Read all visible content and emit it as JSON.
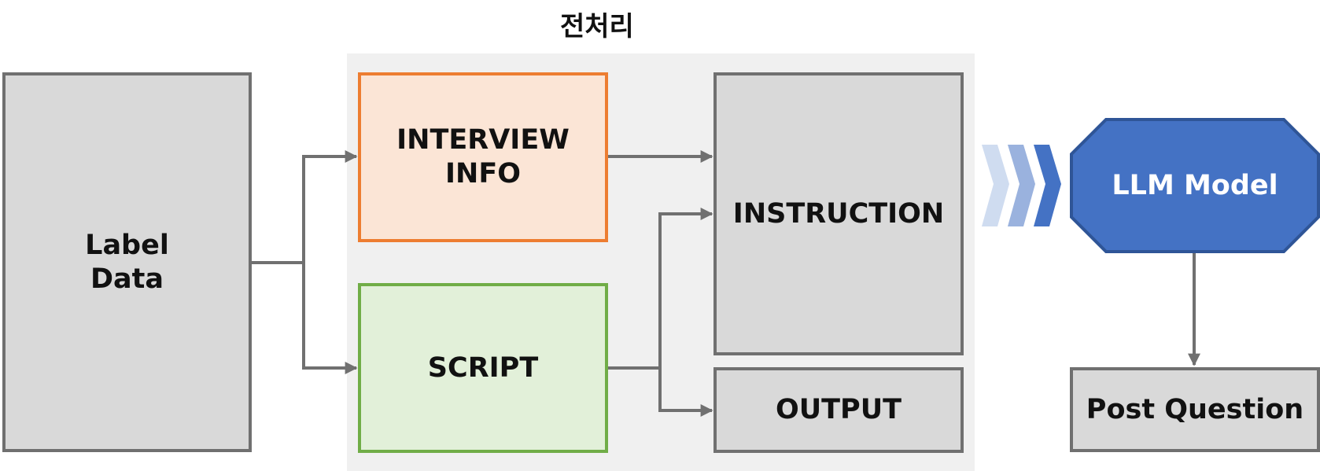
{
  "diagram": {
    "title": "전처리",
    "nodes": {
      "label_data": "Label\nData",
      "interview_info": "INTERVIEW\nINFO",
      "script": "SCRIPT",
      "instruction": "INSTRUCTION",
      "output": "OUTPUT",
      "llm_model": "LLM Model",
      "post_question": "Post Question"
    },
    "edges": [
      {
        "from": "label_data",
        "to": "interview_info"
      },
      {
        "from": "label_data",
        "to": "script"
      },
      {
        "from": "interview_info",
        "to": "instruction"
      },
      {
        "from": "script",
        "to": "instruction"
      },
      {
        "from": "script",
        "to": "output"
      },
      {
        "from": "instruction",
        "to": "llm_model"
      },
      {
        "from": "llm_model",
        "to": "post_question"
      }
    ]
  },
  "colors": {
    "preprocess_bg": "#f0f0f0",
    "node_gray": "#d9d9d9",
    "node_border": "#707070",
    "interview_fill": "#fbe5d6",
    "interview_border": "#ed7d31",
    "script_fill": "#e2f0d9",
    "script_border": "#70ad47",
    "llm_fill": "#4472c4",
    "llm_border": "#2f5597",
    "connector": "#707070"
  }
}
